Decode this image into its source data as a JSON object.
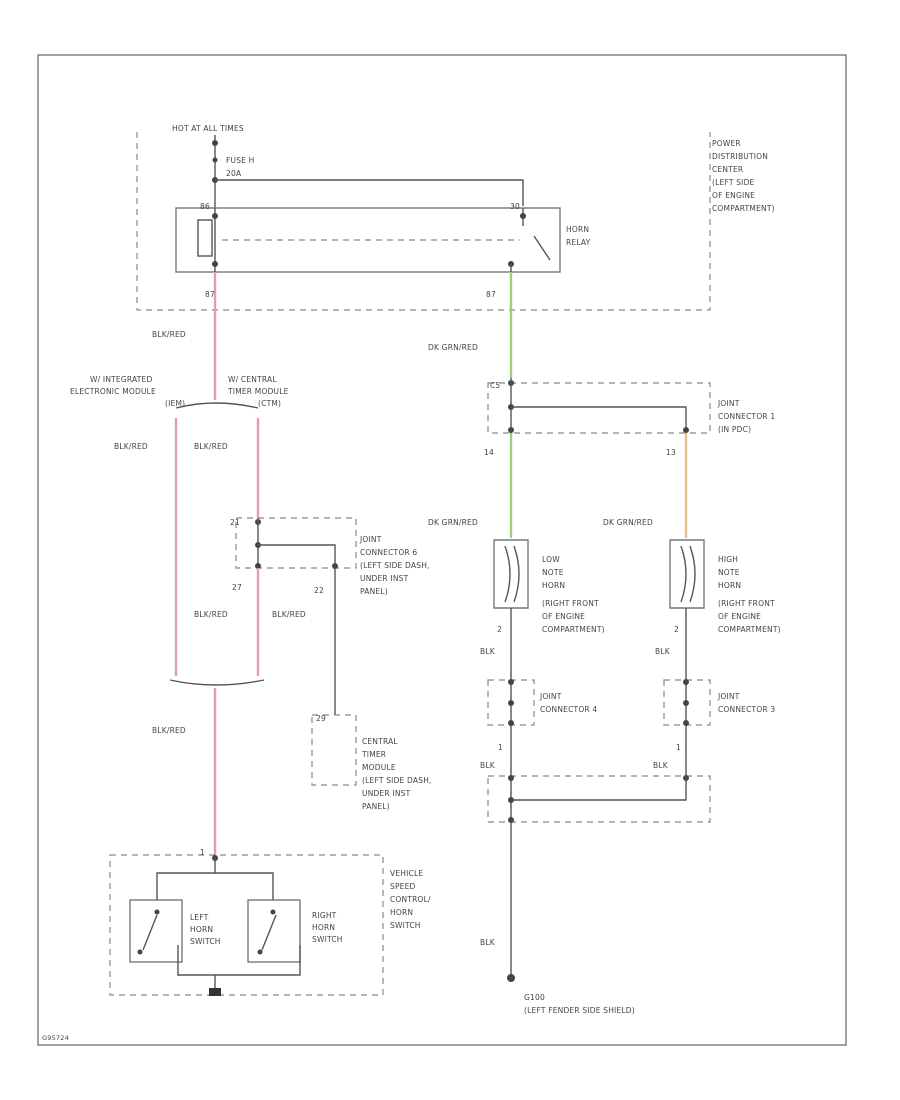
{
  "colors": {
    "wire_black": "#555555",
    "wire_red": "#e0a0a8",
    "wire_green": "#9fcf7a",
    "wire_orange": "#e8c090",
    "dashed_border": "#888888"
  },
  "power": {
    "hot": "HOT AT ALL TIMES",
    "fuse_1": "FUSE H",
    "fuse_2": "20A"
  },
  "pdc": {
    "lines": [
      "POWER",
      "DISTRIBUTION",
      "CENTER",
      "(LEFT SIDE",
      "OF ENGINE",
      "COMPARTMENT)"
    ]
  },
  "horn_relay": {
    "lines": [
      "HORN",
      "RELAY"
    ]
  },
  "pins": {
    "relay_left_top": "86",
    "relay_right_top": "30",
    "relay_out_left": "87",
    "relay_out_right": "87",
    "jc1_top": "C5",
    "jc1_bot_left": "14",
    "jc1_bot_right": "13",
    "jc6_top": "21",
    "jc6_bot_left": "27",
    "jc6_bot_right": "22",
    "ctm": "29",
    "low_horn": "2",
    "high_horn": "2",
    "jc4_bot": "1",
    "jc3_bot": "1",
    "vsc_top": "1"
  },
  "wires": {
    "blk_red_a": "BLK/RED",
    "dk_grn_red_a": "DK GRN/RED",
    "blk_red_b": "BLK/RED",
    "blk_red_c": "BLK/RED",
    "dk_grn_red_b": "DK GRN/RED",
    "dk_grn_red_c": "DK GRN/RED",
    "blk_red_d": "BLK/RED",
    "blk_red_e": "BLK/RED",
    "blk_a": "BLK",
    "blk_b": "BLK",
    "blk_red_f": "BLK/RED",
    "blk_c": "BLK",
    "blk_d": "BLK",
    "blk_e": "BLK"
  },
  "iem": {
    "lines": [
      "W/ INTEGRATED",
      "ELECTRONIC MODULE",
      "(IEM)"
    ]
  },
  "ctm_note": {
    "lines": [
      "W/ CENTRAL",
      "TIMER MODULE",
      "(CTM)"
    ]
  },
  "joint1": {
    "lines": [
      "JOINT",
      "CONNECTOR 1",
      "(IN PDC)"
    ]
  },
  "joint6": {
    "lines": [
      "JOINT",
      "CONNECTOR 6",
      "(LEFT SIDE DASH,",
      "UNDER INST",
      "PANEL)"
    ]
  },
  "low_horn": {
    "lines": [
      "LOW",
      "NOTE",
      "HORN",
      "(RIGHT FRONT",
      "OF ENGINE",
      "COMPARTMENT)"
    ]
  },
  "high_horn": {
    "lines": [
      "HIGH",
      "NOTE",
      "HORN",
      "(RIGHT FRONT",
      "OF ENGINE",
      "COMPARTMENT)"
    ]
  },
  "joint4": {
    "lines": [
      "JOINT",
      "CONNECTOR 4"
    ]
  },
  "joint3": {
    "lines": [
      "JOINT",
      "CONNECTOR 3"
    ]
  },
  "ctm_box": {
    "lines": [
      "CENTRAL",
      "TIMER",
      "MODULE",
      "(LEFT SIDE DASH,",
      "UNDER INST",
      "PANEL)"
    ]
  },
  "vsc": {
    "lines": [
      "VEHICLE",
      "SPEED",
      "CONTROL/",
      "HORN",
      "SWITCH"
    ]
  },
  "left_switch": {
    "lines": [
      "LEFT",
      "HORN",
      "SWITCH"
    ]
  },
  "right_switch": {
    "lines": [
      "RIGHT",
      "HORN",
      "SWITCH"
    ]
  },
  "ground": {
    "lines": [
      "G100",
      "(LEFT FENDER SIDE SHIELD)"
    ]
  },
  "figure_code": "G95724"
}
